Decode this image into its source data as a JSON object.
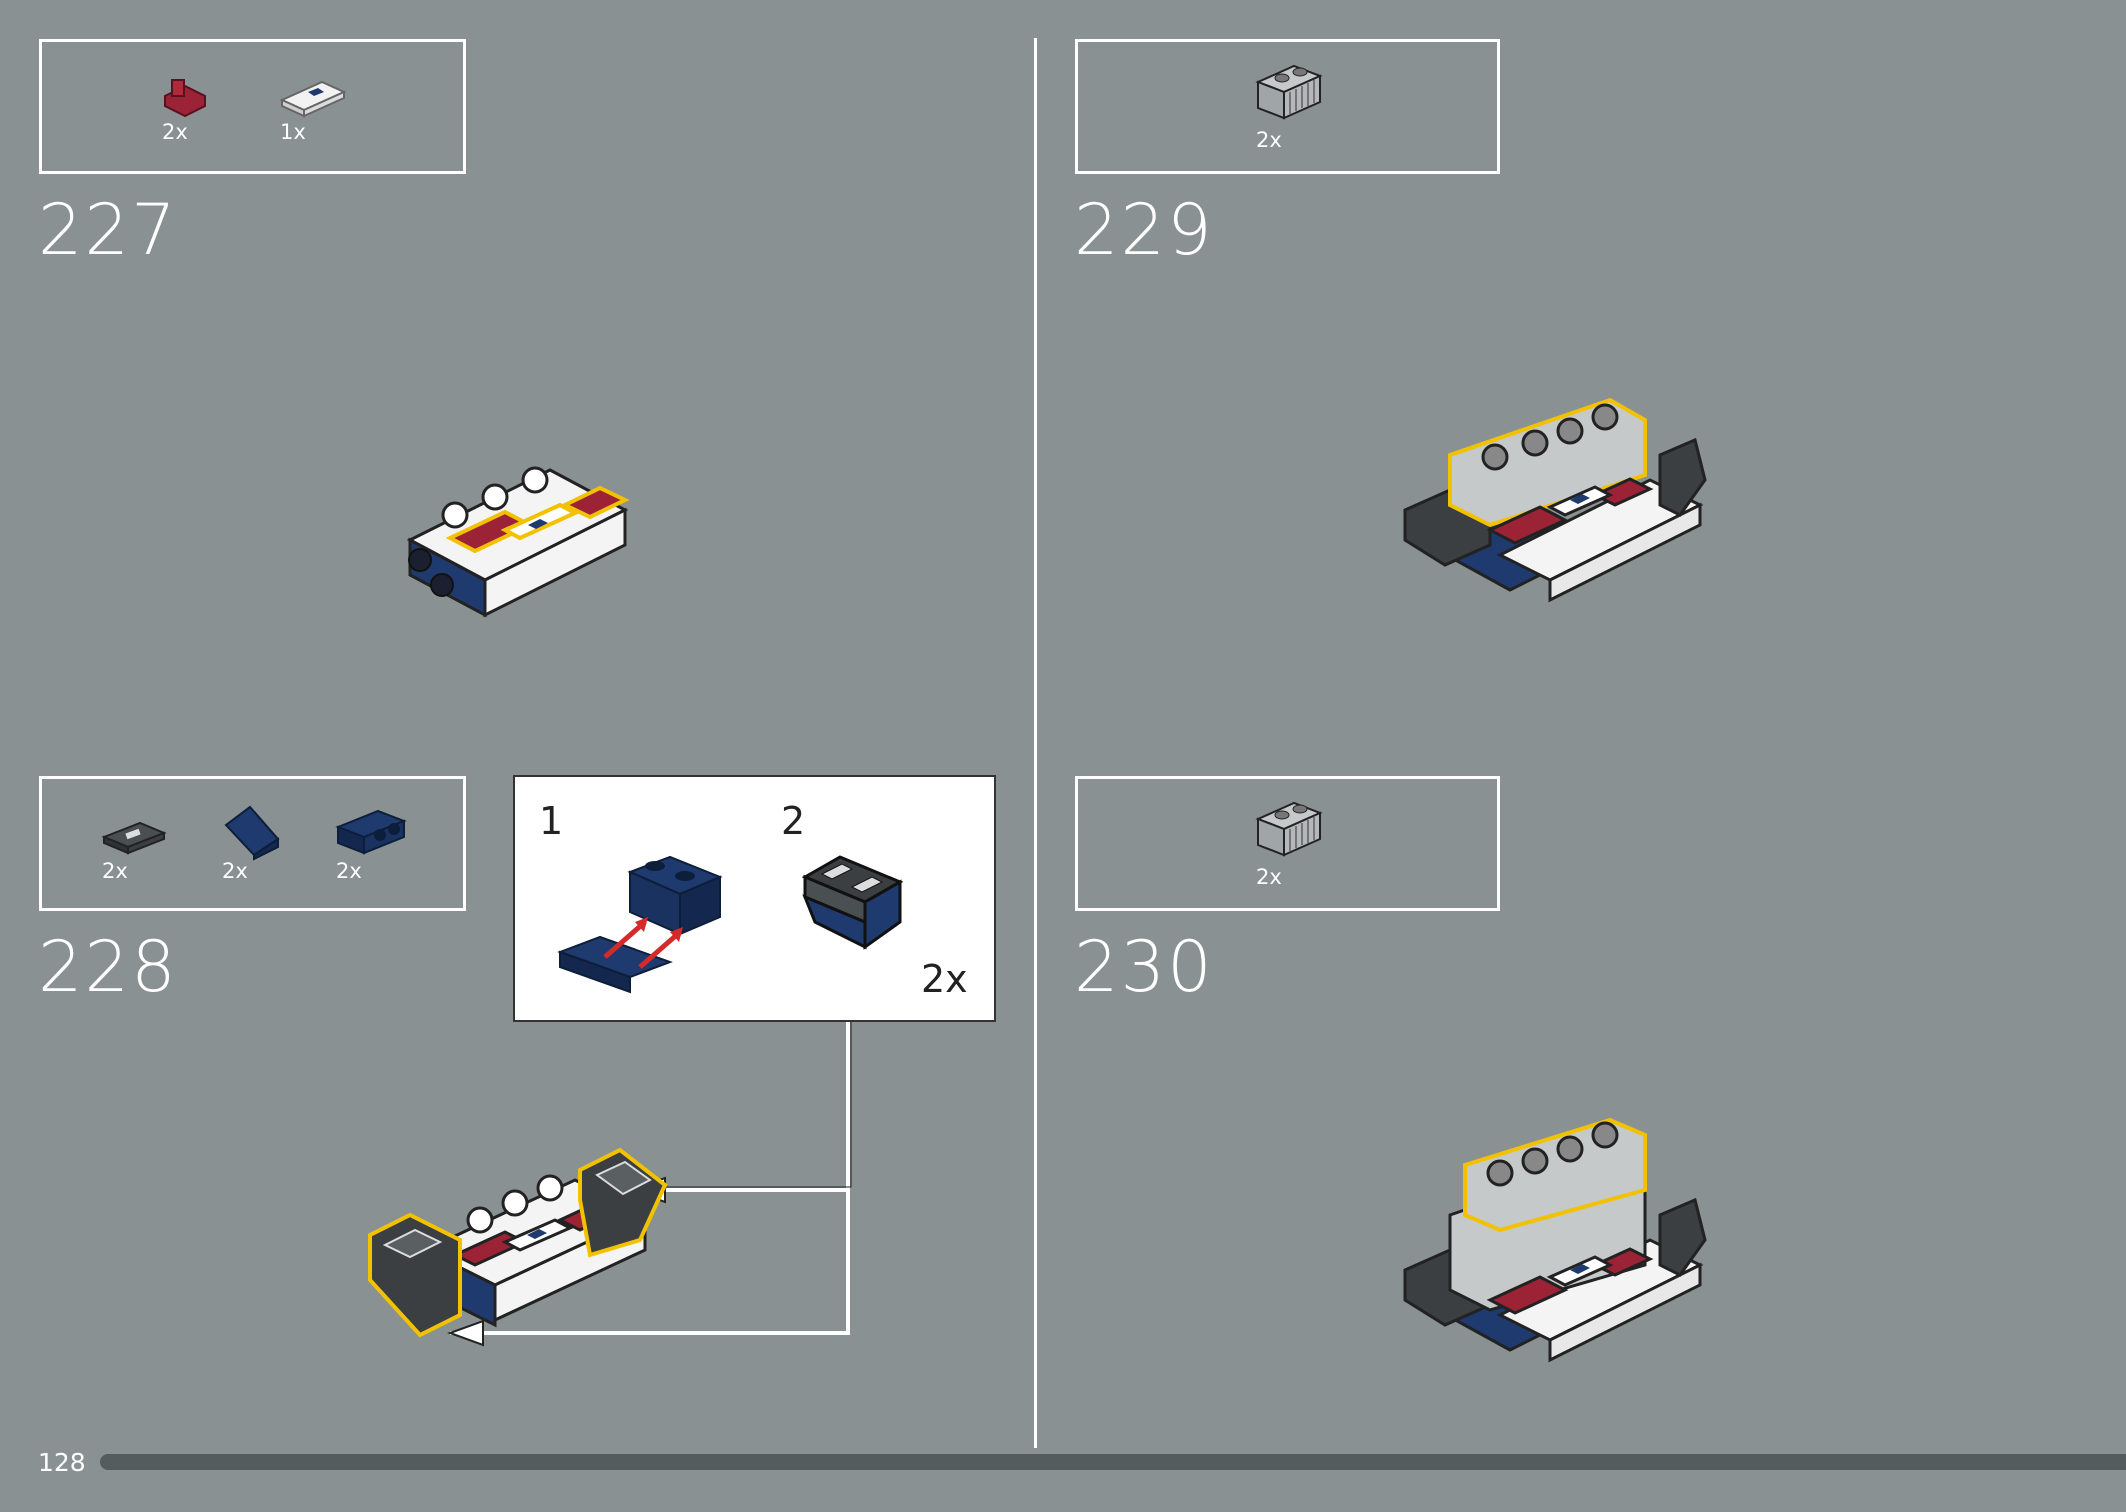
{
  "page": {
    "number": "128"
  },
  "steps": [
    {
      "id": "227",
      "number": "227",
      "parts": [
        {
          "name": "clip-red",
          "qty": "2x",
          "color": "#9b2335"
        },
        {
          "name": "tile-white-stripe",
          "qty": "1x",
          "color": "#f2f2f2"
        }
      ]
    },
    {
      "id": "228",
      "number": "228",
      "parts": [
        {
          "name": "tile-dark-grey",
          "qty": "2x",
          "color": "#4a4f52"
        },
        {
          "name": "slope-blue",
          "qty": "2x",
          "color": "#1e3a6e"
        },
        {
          "name": "bracket-blue",
          "qty": "2x",
          "color": "#1e3a6e"
        }
      ]
    },
    {
      "id": "229",
      "number": "229",
      "parts": [
        {
          "name": "brick-grille-grey",
          "qty": "2x",
          "color": "#a0a5a7"
        }
      ]
    },
    {
      "id": "230",
      "number": "230",
      "parts": [
        {
          "name": "brick-grille-grey",
          "qty": "2x",
          "color": "#a0a5a7"
        }
      ]
    }
  ],
  "callout": {
    "sub1": "1",
    "sub2": "2",
    "multiplier": "2x"
  },
  "colors": {
    "background": "#8a9192",
    "highlight": "#f2c200",
    "arrow": "#d42a2a",
    "blue": "#1e3a6e",
    "red": "#9b2335"
  }
}
